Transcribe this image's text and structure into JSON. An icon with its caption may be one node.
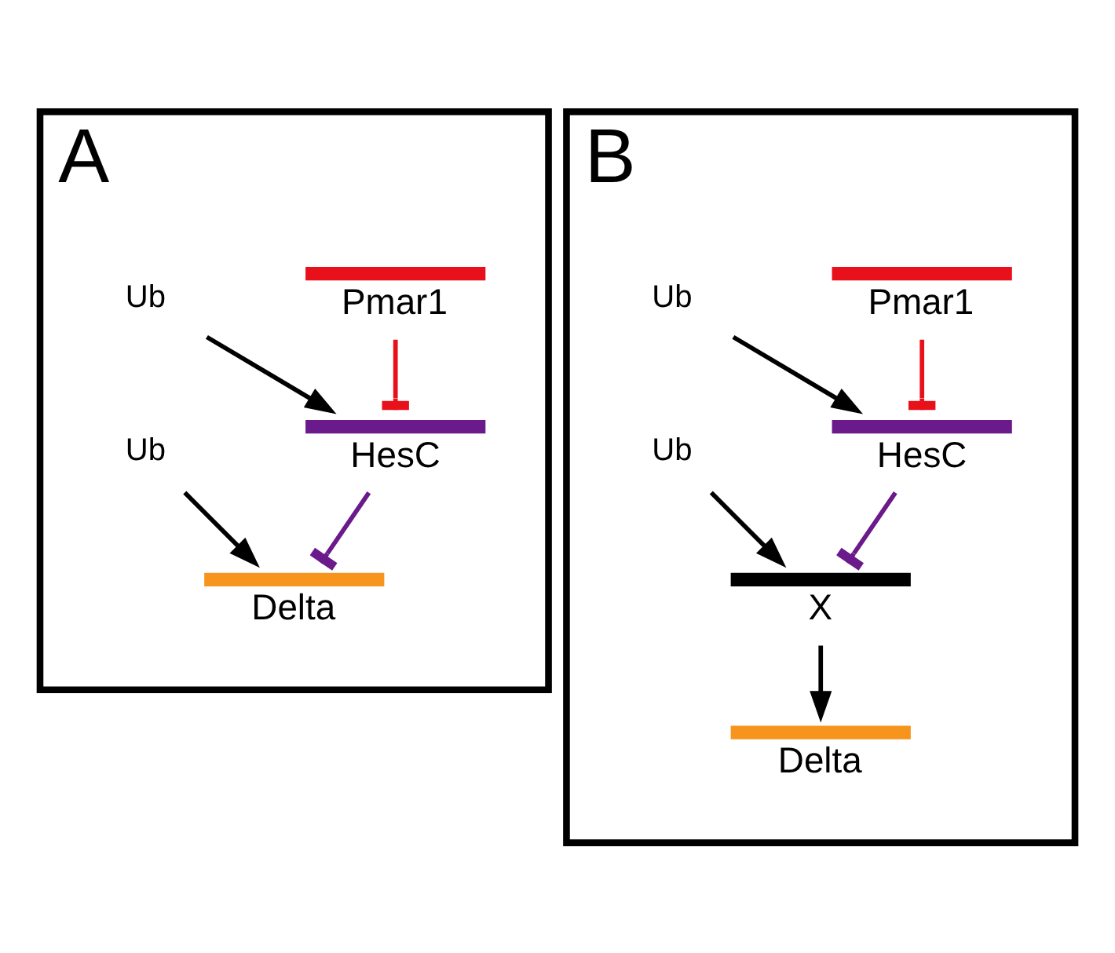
{
  "diagram": {
    "nodes": [
      {
        "text": [
          "A"
        ]
      },
      {
        "text": [
          "Pmar1"
        ],
        "in": 0
      },
      {
        "text": [
          "Ub"
        ],
        "in": 0
      },
      {
        "text": [
          "HesC"
        ],
        "in": 0
      },
      {
        "text": [
          "Ub"
        ],
        "in": 0
      },
      {
        "text": [
          "Delta"
        ],
        "in": 0
      },
      {
        "text": [
          "B"
        ]
      },
      {
        "text": [
          "Pmar1"
        ],
        "in": 6
      },
      {
        "text": [
          "Ub"
        ],
        "in": 6
      },
      {
        "text": [
          "HesC"
        ],
        "in": 6
      },
      {
        "text": [
          "Ub"
        ],
        "in": 6
      },
      {
        "text": [
          "X"
        ],
        "in": 6
      },
      {
        "text": [
          "Delta"
        ],
        "in": 6
      }
    ],
    "edges": [
      {
        "from": 1,
        "to": 3,
        "arrow": "other",
        "color": "#e8101a"
      },
      {
        "from": 2,
        "to": 3,
        "arrow": "to"
      },
      {
        "from": 3,
        "to": 5,
        "arrow": "other",
        "color": "#6a1a8a"
      },
      {
        "from": 4,
        "to": 5,
        "arrow": "to"
      },
      {
        "from": 7,
        "to": 9,
        "arrow": "other",
        "color": "#e8101a"
      },
      {
        "from": 8,
        "to": 9,
        "arrow": "to"
      },
      {
        "from": 9,
        "to": 11,
        "arrow": "other",
        "color": "#6a1a8a"
      },
      {
        "from": 10,
        "to": 11,
        "arrow": "to"
      },
      {
        "from": 11,
        "to": 12,
        "arrow": "to"
      }
    ]
  }
}
